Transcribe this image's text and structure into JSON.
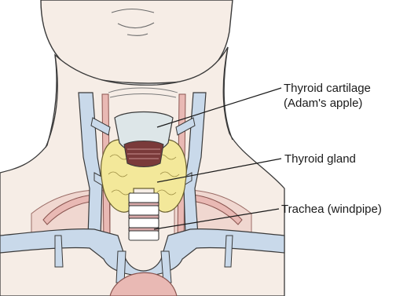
{
  "labels": {
    "thyroid_cartilage_line1": "Thyroid cartilage",
    "thyroid_cartilage_line2": "(Adam's apple)",
    "thyroid_gland": "Thyroid gland",
    "trachea": "Trachea (windpipe)"
  },
  "colors": {
    "skin": "#f6ede6",
    "outline": "#3a3a3a",
    "vessel_blue": "#c9d9ea",
    "vessel_red": "#e9b9b4",
    "gland_yellow": "#f3e89a",
    "cartilage": "#dde6e8"
  }
}
